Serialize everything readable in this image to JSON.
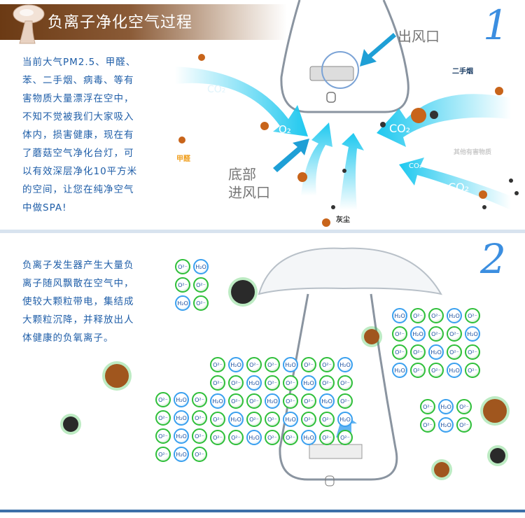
{
  "section1": {
    "title": "负离子净化空气过程",
    "description": [
      "当前大气PM2.5、甲醛、",
      "苯、二手烟、病毒、等有",
      "害物质大量漂浮在空中，",
      "不知不觉被我们大家吸入",
      "体内，损害健康，现在有",
      "了蘑菇空气净化台灯，可",
      "以有效深层净化10平方米",
      "的空间，让您在纯净空气",
      "中做SPA!"
    ],
    "outlet_label": "出风口",
    "inlet_label": [
      "底部",
      "进风口"
    ],
    "step_number": "1",
    "pollutants": {
      "formaldehyde": "甲醛",
      "smoke": "二手烟",
      "dust": "灰尘",
      "other": "其他有害物质"
    },
    "gases": {
      "co2": "CO₂",
      "o2": "O₂"
    }
  },
  "section2": {
    "description": [
      "负离子发生器产生大量负",
      "离子随风飘散在空气中，",
      "使较大颗粒带电，集结成",
      "大颗粒沉降，并释放出人",
      "体健康的负氧离子。"
    ],
    "step_number": "2",
    "ion_labels": {
      "oxygen": "O²⁻",
      "water": "H₂O"
    }
  },
  "colors": {
    "brand": "#6b3a14",
    "text_blue": "#1f5ea8",
    "arrow": "#1ec8ef",
    "ion_green": "#2fbf3a",
    "ion_blue": "#3aa0ef"
  }
}
